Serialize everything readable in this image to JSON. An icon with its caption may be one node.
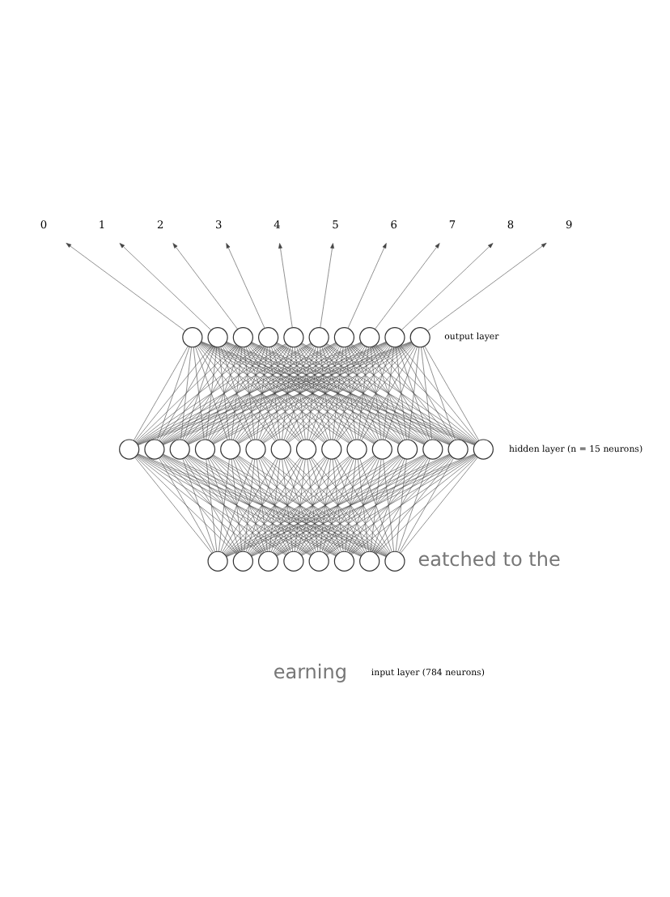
{
  "diagram": {
    "nodes": [
      {
        "text": [
          "0"
        ]
      },
      {
        "text": [
          "1"
        ]
      },
      {
        "text": [
          "2"
        ]
      },
      {
        "text": [
          "3"
        ]
      },
      {
        "text": [
          "4"
        ]
      },
      {
        "text": [
          "5"
        ]
      },
      {
        "text": [
          "6"
        ]
      },
      {
        "text": [
          "7"
        ]
      },
      {
        "text": [
          "8"
        ]
      },
      {
        "text": [
          "9"
        ]
      },
      {
        "text": [],
        "shape": "circle"
      },
      {
        "text": [],
        "shape": "circle"
      },
      {
        "text": [],
        "shape": "circle"
      },
      {
        "text": [],
        "shape": "circle"
      },
      {
        "text": [],
        "shape": "circle"
      },
      {
        "text": [],
        "shape": "circle"
      },
      {
        "text": [],
        "shape": "circle"
      },
      {
        "text": [],
        "shape": "circle"
      },
      {
        "text": [],
        "shape": "circle"
      },
      {
        "text": [],
        "shape": "circle"
      },
      {
        "text": [],
        "shape": "circle"
      },
      {
        "text": [],
        "shape": "circle"
      },
      {
        "text": [],
        "shape": "circle"
      },
      {
        "text": [],
        "shape": "circle"
      },
      {
        "text": [],
        "shape": "circle"
      },
      {
        "text": [],
        "shape": "circle"
      },
      {
        "text": [],
        "shape": "circle"
      },
      {
        "text": [],
        "shape": "circle"
      },
      {
        "text": [],
        "shape": "circle"
      },
      {
        "text": [],
        "shape": "circle"
      },
      {
        "text": [],
        "shape": "circle"
      },
      {
        "text": [],
        "shape": "circle"
      },
      {
        "text": [],
        "shape": "circle"
      },
      {
        "text": [],
        "shape": "circle"
      },
      {
        "text": [],
        "shape": "circle"
      },
      {
        "text": [],
        "shape": "circle"
      },
      {
        "text": [],
        "shape": "circle"
      },
      {
        "text": [],
        "shape": "circle"
      },
      {
        "text": [],
        "shape": "circle"
      },
      {
        "text": [],
        "shape": "circle"
      },
      {
        "text": [],
        "shape": "circle"
      },
      {
        "text": [],
        "shape": "circle"
      },
      {
        "text": [],
        "shape": "circle"
      }
    ],
    "edges": [
      {
        "from": 10,
        "to": 0,
        "arrow": "to"
      },
      {
        "from": 11,
        "to": 1,
        "arrow": "to"
      },
      {
        "from": 12,
        "to": 2,
        "arrow": "to"
      },
      {
        "from": 13,
        "to": 3,
        "arrow": "to"
      },
      {
        "from": 14,
        "to": 4,
        "arrow": "to"
      },
      {
        "from": 15,
        "to": 5,
        "arrow": "to"
      },
      {
        "from": 16,
        "to": 6,
        "arrow": "to"
      },
      {
        "from": 17,
        "to": 7,
        "arrow": "to"
      },
      {
        "from": 18,
        "to": 8,
        "arrow": "to"
      },
      {
        "from": 19,
        "to": 9,
        "arrow": "to"
      },
      {
        "from": 20,
        "to": 10,
        "arrow": "none"
      },
      {
        "from": 20,
        "to": 11,
        "arrow": "none"
      },
      {
        "from": 20,
        "to": 12,
        "arrow": "none"
      },
      {
        "from": 20,
        "to": 13,
        "arrow": "none"
      },
      {
        "from": 20,
        "to": 14,
        "arrow": "none"
      },
      {
        "from": 20,
        "to": 15,
        "arrow": "none"
      },
      {
        "from": 20,
        "to": 16,
        "arrow": "none"
      },
      {
        "from": 20,
        "to": 17,
        "arrow": "none"
      },
      {
        "from": 20,
        "to": 18,
        "arrow": "none"
      },
      {
        "from": 20,
        "to": 19,
        "arrow": "none"
      },
      {
        "from": 21,
        "to": 10,
        "arrow": "none"
      },
      {
        "from": 21,
        "to": 11,
        "arrow": "none"
      },
      {
        "from": 21,
        "to": 12,
        "arrow": "none"
      },
      {
        "from": 21,
        "to": 13,
        "arrow": "none"
      },
      {
        "from": 21,
        "to": 14,
        "arrow": "none"
      },
      {
        "from": 21,
        "to": 15,
        "arrow": "none"
      },
      {
        "from": 21,
        "to": 16,
        "arrow": "none"
      },
      {
        "from": 21,
        "to": 17,
        "arrow": "none"
      },
      {
        "from": 21,
        "to": 18,
        "arrow": "none"
      },
      {
        "from": 21,
        "to": 19,
        "arrow": "none"
      },
      {
        "from": 22,
        "to": 10,
        "arrow": "none"
      },
      {
        "from": 22,
        "to": 11,
        "arrow": "none"
      },
      {
        "from": 22,
        "to": 12,
        "arrow": "none"
      },
      {
        "from": 22,
        "to": 13,
        "arrow": "none"
      },
      {
        "from": 22,
        "to": 14,
        "arrow": "none"
      },
      {
        "from": 22,
        "to": 15,
        "arrow": "none"
      },
      {
        "from": 22,
        "to": 16,
        "arrow": "none"
      },
      {
        "from": 22,
        "to": 17,
        "arrow": "none"
      },
      {
        "from": 22,
        "to": 18,
        "arrow": "none"
      },
      {
        "from": 22,
        "to": 19,
        "arrow": "none"
      },
      {
        "from": 23,
        "to": 10,
        "arrow": "none"
      },
      {
        "from": 23,
        "to": 11,
        "arrow": "none"
      },
      {
        "from": 23,
        "to": 12,
        "arrow": "none"
      },
      {
        "from": 23,
        "to": 13,
        "arrow": "none"
      },
      {
        "from": 23,
        "to": 14,
        "arrow": "none"
      },
      {
        "from": 23,
        "to": 15,
        "arrow": "none"
      },
      {
        "from": 23,
        "to": 16,
        "arrow": "none"
      },
      {
        "from": 23,
        "to": 17,
        "arrow": "none"
      },
      {
        "from": 23,
        "to": 18,
        "arrow": "none"
      },
      {
        "from": 23,
        "to": 19,
        "arrow": "none"
      },
      {
        "from": 24,
        "to": 10,
        "arrow": "none"
      },
      {
        "from": 24,
        "to": 11,
        "arrow": "none"
      },
      {
        "from": 24,
        "to": 12,
        "arrow": "none"
      },
      {
        "from": 24,
        "to": 13,
        "arrow": "none"
      },
      {
        "from": 24,
        "to": 14,
        "arrow": "none"
      },
      {
        "from": 24,
        "to": 15,
        "arrow": "none"
      },
      {
        "from": 24,
        "to": 16,
        "arrow": "none"
      },
      {
        "from": 24,
        "to": 17,
        "arrow": "none"
      },
      {
        "from": 24,
        "to": 18,
        "arrow": "none"
      },
      {
        "from": 24,
        "to": 19,
        "arrow": "none"
      },
      {
        "from": 25,
        "to": 10,
        "arrow": "none"
      },
      {
        "from": 25,
        "to": 11,
        "arrow": "none"
      },
      {
        "from": 25,
        "to": 12,
        "arrow": "none"
      },
      {
        "from": 25,
        "to": 13,
        "arrow": "none"
      },
      {
        "from": 25,
        "to": 14,
        "arrow": "none"
      },
      {
        "from": 25,
        "to": 15,
        "arrow": "none"
      },
      {
        "from": 25,
        "to": 16,
        "arrow": "none"
      },
      {
        "from": 25,
        "to": 17,
        "arrow": "none"
      },
      {
        "from": 25,
        "to": 18,
        "arrow": "none"
      },
      {
        "from": 25,
        "to": 19,
        "arrow": "none"
      },
      {
        "from": 26,
        "to": 10,
        "arrow": "none"
      },
      {
        "from": 26,
        "to": 11,
        "arrow": "none"
      },
      {
        "from": 26,
        "to": 12,
        "arrow": "none"
      },
      {
        "from": 26,
        "to": 13,
        "arrow": "none"
      },
      {
        "from": 26,
        "to": 14,
        "arrow": "none"
      },
      {
        "from": 26,
        "to": 15,
        "arrow": "none"
      },
      {
        "from": 26,
        "to": 16,
        "arrow": "none"
      },
      {
        "from": 26,
        "to": 17,
        "arrow": "none"
      },
      {
        "from": 26,
        "to": 18,
        "arrow": "none"
      },
      {
        "from": 26,
        "to": 19,
        "arrow": "none"
      },
      {
        "from": 27,
        "to": 10,
        "arrow": "none"
      },
      {
        "from": 27,
        "to": 11,
        "arrow": "none"
      },
      {
        "from": 27,
        "to": 12,
        "arrow": "none"
      },
      {
        "from": 27,
        "to": 13,
        "arrow": "none"
      },
      {
        "from": 27,
        "to": 14,
        "arrow": "none"
      },
      {
        "from": 27,
        "to": 15,
        "arrow": "none"
      },
      {
        "from": 27,
        "to": 16,
        "arrow": "none"
      },
      {
        "from": 27,
        "to": 17,
        "arrow": "none"
      },
      {
        "from": 27,
        "to": 18,
        "arrow": "none"
      },
      {
        "from": 27,
        "to": 19,
        "arrow": "none"
      },
      {
        "from": 28,
        "to": 10,
        "arrow": "none"
      },
      {
        "from": 28,
        "to": 11,
        "arrow": "none"
      },
      {
        "from": 28,
        "to": 12,
        "arrow": "none"
      },
      {
        "from": 28,
        "to": 13,
        "arrow": "none"
      },
      {
        "from": 28,
        "to": 14,
        "arrow": "none"
      },
      {
        "from": 28,
        "to": 15,
        "arrow": "none"
      },
      {
        "from": 28,
        "to": 16,
        "arrow": "none"
      },
      {
        "from": 28,
        "to": 17,
        "arrow": "none"
      },
      {
        "from": 28,
        "to": 18,
        "arrow": "none"
      },
      {
        "from": 28,
        "to": 19,
        "arrow": "none"
      },
      {
        "from": 29,
        "to": 10,
        "arrow": "none"
      },
      {
        "from": 29,
        "to": 11,
        "arrow": "none"
      },
      {
        "from": 29,
        "to": 12,
        "arrow": "none"
      },
      {
        "from": 29,
        "to": 13,
        "arrow": "none"
      },
      {
        "from": 29,
        "to": 14,
        "arrow": "none"
      },
      {
        "from": 29,
        "to": 15,
        "arrow": "none"
      },
      {
        "from": 29,
        "to": 16,
        "arrow": "none"
      },
      {
        "from": 29,
        "to": 17,
        "arrow": "none"
      },
      {
        "from": 29,
        "to": 18,
        "arrow": "none"
      },
      {
        "from": 29,
        "to": 19,
        "arrow": "none"
      },
      {
        "from": 30,
        "to": 10,
        "arrow": "none"
      },
      {
        "from": 30,
        "to": 11,
        "arrow": "none"
      },
      {
        "from": 30,
        "to": 12,
        "arrow": "none"
      },
      {
        "from": 30,
        "to": 13,
        "arrow": "none"
      },
      {
        "from": 30,
        "to": 14,
        "arrow": "none"
      },
      {
        "from": 30,
        "to": 15,
        "arrow": "none"
      },
      {
        "from": 30,
        "to": 16,
        "arrow": "none"
      },
      {
        "from": 30,
        "to": 17,
        "arrow": "none"
      },
      {
        "from": 30,
        "to": 18,
        "arrow": "none"
      },
      {
        "from": 30,
        "to": 19,
        "arrow": "none"
      },
      {
        "from": 31,
        "to": 10,
        "arrow": "none"
      },
      {
        "from": 31,
        "to": 11,
        "arrow": "none"
      },
      {
        "from": 31,
        "to": 12,
        "arrow": "none"
      },
      {
        "from": 31,
        "to": 13,
        "arrow": "none"
      },
      {
        "from": 31,
        "to": 14,
        "arrow": "none"
      },
      {
        "from": 31,
        "to": 15,
        "arrow": "none"
      },
      {
        "from": 31,
        "to": 16,
        "arrow": "none"
      },
      {
        "from": 31,
        "to": 17,
        "arrow": "none"
      },
      {
        "from": 31,
        "to": 18,
        "arrow": "none"
      },
      {
        "from": 31,
        "to": 19,
        "arrow": "none"
      },
      {
        "from": 32,
        "to": 10,
        "arrow": "none"
      },
      {
        "from": 32,
        "to": 11,
        "arrow": "none"
      },
      {
        "from": 32,
        "to": 12,
        "arrow": "none"
      },
      {
        "from": 32,
        "to": 13,
        "arrow": "none"
      },
      {
        "from": 32,
        "to": 14,
        "arrow": "none"
      },
      {
        "from": 32,
        "to": 15,
        "arrow": "none"
      },
      {
        "from": 32,
        "to": 16,
        "arrow": "none"
      },
      {
        "from": 32,
        "to": 17,
        "arrow": "none"
      },
      {
        "from": 32,
        "to": 18,
        "arrow": "none"
      },
      {
        "from": 32,
        "to": 19,
        "arrow": "none"
      },
      {
        "from": 33,
        "to": 10,
        "arrow": "none"
      },
      {
        "from": 33,
        "to": 11,
        "arrow": "none"
      },
      {
        "from": 33,
        "to": 12,
        "arrow": "none"
      },
      {
        "from": 33,
        "to": 13,
        "arrow": "none"
      },
      {
        "from": 33,
        "to": 14,
        "arrow": "none"
      },
      {
        "from": 33,
        "to": 15,
        "arrow": "none"
      },
      {
        "from": 33,
        "to": 16,
        "arrow": "none"
      },
      {
        "from": 33,
        "to": 17,
        "arrow": "none"
      },
      {
        "from": 33,
        "to": 18,
        "arrow": "none"
      },
      {
        "from": 33,
        "to": 19,
        "arrow": "none"
      },
      {
        "from": 34,
        "to": 10,
        "arrow": "none"
      },
      {
        "from": 34,
        "to": 11,
        "arrow": "none"
      },
      {
        "from": 34,
        "to": 12,
        "arrow": "none"
      },
      {
        "from": 34,
        "to": 13,
        "arrow": "none"
      },
      {
        "from": 34,
        "to": 14,
        "arrow": "none"
      },
      {
        "from": 34,
        "to": 15,
        "arrow": "none"
      },
      {
        "from": 34,
        "to": 16,
        "arrow": "none"
      },
      {
        "from": 34,
        "to": 17,
        "arrow": "none"
      },
      {
        "from": 34,
        "to": 18,
        "arrow": "none"
      },
      {
        "from": 34,
        "to": 19,
        "arrow": "none"
      },
      {
        "from": 35,
        "to": 20,
        "arrow": "none"
      },
      {
        "from": 35,
        "to": 21,
        "arrow": "none"
      },
      {
        "from": 35,
        "to": 22,
        "arrow": "none"
      },
      {
        "from": 35,
        "to": 23,
        "arrow": "none"
      },
      {
        "from": 35,
        "to": 24,
        "arrow": "none"
      },
      {
        "from": 35,
        "to": 25,
        "arrow": "none"
      },
      {
        "from": 35,
        "to": 26,
        "arrow": "none"
      },
      {
        "from": 35,
        "to": 27,
        "arrow": "none"
      },
      {
        "from": 35,
        "to": 28,
        "arrow": "none"
      },
      {
        "from": 35,
        "to": 29,
        "arrow": "none"
      },
      {
        "from": 35,
        "to": 30,
        "arrow": "none"
      },
      {
        "from": 35,
        "to": 31,
        "arrow": "none"
      },
      {
        "from": 35,
        "to": 32,
        "arrow": "none"
      },
      {
        "from": 35,
        "to": 33,
        "arrow": "none"
      },
      {
        "from": 35,
        "to": 34,
        "arrow": "none"
      },
      {
        "from": 36,
        "to": 20,
        "arrow": "none"
      },
      {
        "from": 36,
        "to": 21,
        "arrow": "none"
      },
      {
        "from": 36,
        "to": 22,
        "arrow": "none"
      },
      {
        "from": 36,
        "to": 23,
        "arrow": "none"
      },
      {
        "from": 36,
        "to": 24,
        "arrow": "none"
      },
      {
        "from": 36,
        "to": 25,
        "arrow": "none"
      },
      {
        "from": 36,
        "to": 26,
        "arrow": "none"
      },
      {
        "from": 36,
        "to": 27,
        "arrow": "none"
      },
      {
        "from": 36,
        "to": 28,
        "arrow": "none"
      },
      {
        "from": 36,
        "to": 29,
        "arrow": "none"
      },
      {
        "from": 36,
        "to": 30,
        "arrow": "none"
      },
      {
        "from": 36,
        "to": 31,
        "arrow": "none"
      },
      {
        "from": 36,
        "to": 32,
        "arrow": "none"
      },
      {
        "from": 36,
        "to": 33,
        "arrow": "none"
      },
      {
        "from": 36,
        "to": 34,
        "arrow": "none"
      },
      {
        "from": 37,
        "to": 20,
        "arrow": "none"
      },
      {
        "from": 37,
        "to": 21,
        "arrow": "none"
      },
      {
        "from": 37,
        "to": 22,
        "arrow": "none"
      },
      {
        "from": 37,
        "to": 23,
        "arrow": "none"
      },
      {
        "from": 37,
        "to": 24,
        "arrow": "none"
      },
      {
        "from": 37,
        "to": 25,
        "arrow": "none"
      },
      {
        "from": 37,
        "to": 26,
        "arrow": "none"
      },
      {
        "from": 37,
        "to": 27,
        "arrow": "none"
      },
      {
        "from": 37,
        "to": 28,
        "arrow": "none"
      },
      {
        "from": 37,
        "to": 29,
        "arrow": "none"
      },
      {
        "from": 37,
        "to": 30,
        "arrow": "none"
      },
      {
        "from": 37,
        "to": 31,
        "arrow": "none"
      },
      {
        "from": 37,
        "to": 32,
        "arrow": "none"
      },
      {
        "from": 37,
        "to": 33,
        "arrow": "none"
      },
      {
        "from": 37,
        "to": 34,
        "arrow": "none"
      },
      {
        "from": 38,
        "to": 20,
        "arrow": "none"
      },
      {
        "from": 38,
        "to": 21,
        "arrow": "none"
      },
      {
        "from": 38,
        "to": 22,
        "arrow": "none"
      },
      {
        "from": 38,
        "to": 23,
        "arrow": "none"
      },
      {
        "from": 38,
        "to": 24,
        "arrow": "none"
      },
      {
        "from": 38,
        "to": 25,
        "arrow": "none"
      },
      {
        "from": 38,
        "to": 26,
        "arrow": "none"
      },
      {
        "from": 38,
        "to": 27,
        "arrow": "none"
      },
      {
        "from": 38,
        "to": 28,
        "arrow": "none"
      },
      {
        "from": 38,
        "to": 29,
        "arrow": "none"
      },
      {
        "from": 38,
        "to": 30,
        "arrow": "none"
      },
      {
        "from": 38,
        "to": 31,
        "arrow": "none"
      },
      {
        "from": 38,
        "to": 32,
        "arrow": "none"
      },
      {
        "from": 38,
        "to": 33,
        "arrow": "none"
      },
      {
        "from": 38,
        "to": 34,
        "arrow": "none"
      },
      {
        "from": 39,
        "to": 20,
        "arrow": "none"
      },
      {
        "from": 39,
        "to": 21,
        "arrow": "none"
      },
      {
        "from": 39,
        "to": 22,
        "arrow": "none"
      },
      {
        "from": 39,
        "to": 23,
        "arrow": "none"
      },
      {
        "from": 39,
        "to": 24,
        "arrow": "none"
      },
      {
        "from": 39,
        "to": 25,
        "arrow": "none"
      },
      {
        "from": 39,
        "to": 26,
        "arrow": "none"
      },
      {
        "from": 39,
        "to": 27,
        "arrow": "none"
      },
      {
        "from": 39,
        "to": 28,
        "arrow": "none"
      },
      {
        "from": 39,
        "to": 29,
        "arrow": "none"
      },
      {
        "from": 39,
        "to": 30,
        "arrow": "none"
      },
      {
        "from": 39,
        "to": 31,
        "arrow": "none"
      },
      {
        "from": 39,
        "to": 32,
        "arrow": "none"
      },
      {
        "from": 39,
        "to": 33,
        "arrow": "none"
      },
      {
        "from": 39,
        "to": 34,
        "arrow": "none"
      },
      {
        "from": 40,
        "to": 20,
        "arrow": "none"
      },
      {
        "from": 40,
        "to": 21,
        "arrow": "none"
      },
      {
        "from": 40,
        "to": 22,
        "arrow": "none"
      },
      {
        "from": 40,
        "to": 23,
        "arrow": "none"
      },
      {
        "from": 40,
        "to": 24,
        "arrow": "none"
      },
      {
        "from": 40,
        "to": 25,
        "arrow": "none"
      },
      {
        "from": 40,
        "to": 26,
        "arrow": "none"
      },
      {
        "from": 40,
        "to": 27,
        "arrow": "none"
      },
      {
        "from": 40,
        "to": 28,
        "arrow": "none"
      },
      {
        "from": 40,
        "to": 29,
        "arrow": "none"
      },
      {
        "from": 40,
        "to": 30,
        "arrow": "none"
      },
      {
        "from": 40,
        "to": 31,
        "arrow": "none"
      },
      {
        "from": 40,
        "to": 32,
        "arrow": "none"
      },
      {
        "from": 40,
        "to": 33,
        "arrow": "none"
      },
      {
        "from": 40,
        "to": 34,
        "arrow": "none"
      },
      {
        "from": 41,
        "to": 20,
        "arrow": "none"
      },
      {
        "from": 41,
        "to": 21,
        "arrow": "none"
      },
      {
        "from": 41,
        "to": 22,
        "arrow": "none"
      },
      {
        "from": 41,
        "to": 23,
        "arrow": "none"
      },
      {
        "from": 41,
        "to": 24,
        "arrow": "none"
      },
      {
        "from": 41,
        "to": 25,
        "arrow": "none"
      },
      {
        "from": 41,
        "to": 26,
        "arrow": "none"
      },
      {
        "from": 41,
        "to": 27,
        "arrow": "none"
      },
      {
        "from": 41,
        "to": 28,
        "arrow": "none"
      },
      {
        "from": 41,
        "to": 29,
        "arrow": "none"
      },
      {
        "from": 41,
        "to": 30,
        "arrow": "none"
      },
      {
        "from": 41,
        "to": 31,
        "arrow": "none"
      },
      {
        "from": 41,
        "to": 32,
        "arrow": "none"
      },
      {
        "from": 41,
        "to": 33,
        "arrow": "none"
      },
      {
        "from": 41,
        "to": 34,
        "arrow": "none"
      },
      {
        "from": 42,
        "to": 20,
        "arrow": "none"
      },
      {
        "from": 42,
        "to": 21,
        "arrow": "none"
      },
      {
        "from": 42,
        "to": 22,
        "arrow": "none"
      },
      {
        "from": 42,
        "to": 23,
        "arrow": "none"
      },
      {
        "from": 42,
        "to": 24,
        "arrow": "none"
      },
      {
        "from": 42,
        "to": 25,
        "arrow": "none"
      },
      {
        "from": 42,
        "to": 26,
        "arrow": "none"
      },
      {
        "from": 42,
        "to": 27,
        "arrow": "none"
      },
      {
        "from": 42,
        "to": 28,
        "arrow": "none"
      },
      {
        "from": 42,
        "to": 29,
        "arrow": "none"
      },
      {
        "from": 42,
        "to": 30,
        "arrow": "none"
      },
      {
        "from": 42,
        "to": 31,
        "arrow": "none"
      },
      {
        "from": 42,
        "to": 32,
        "arrow": "none"
      },
      {
        "from": 42,
        "to": 33,
        "arrow": "none"
      },
      {
        "from": 42,
        "to": 34,
        "arrow": "none"
      }
    ],
    "labels": [
      "output layer",
      "hidden layer (n = 15 neurons)",
      "eatched to the",
      "earning",
      "input layer (784 neurons)"
    ]
  }
}
